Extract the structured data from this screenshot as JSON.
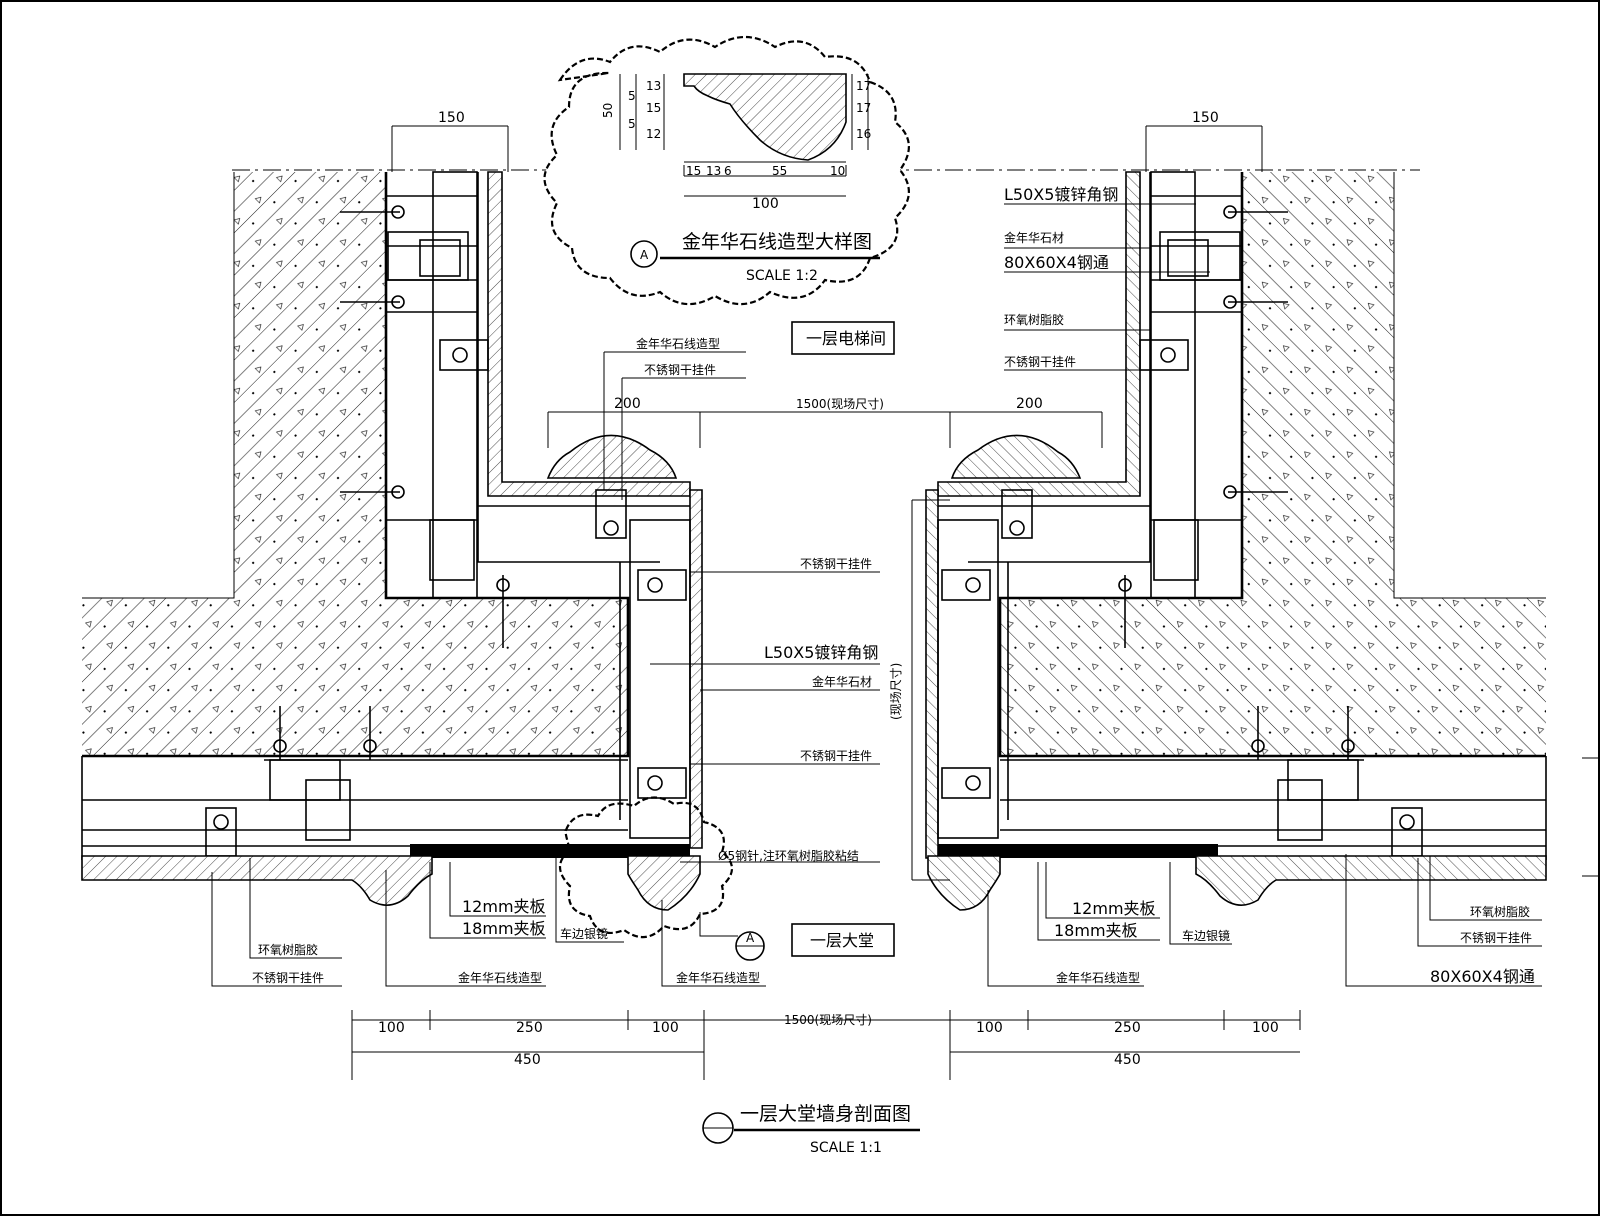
{
  "detail": {
    "title": "金年华石线造型大样图",
    "scale": "SCALE 1:2",
    "bubble": "A",
    "dims_left": [
      "50",
      "5",
      "5"
    ],
    "dims_inner": [
      "13",
      "15",
      "12"
    ],
    "dims_right": [
      "17",
      "17",
      "16"
    ],
    "dims_bottom": [
      "15",
      "13",
      "6",
      "55",
      "10"
    ],
    "dim_total": "100"
  },
  "labels": {
    "stairwell": "一层电梯间",
    "lobby": "一层大堂"
  },
  "dims": {
    "col150": "150",
    "w200": "200",
    "span_top": "1500(现场尺寸)",
    "span_vertical": "(现场尺寸)",
    "span_bottom": "1500(现场尺寸)",
    "d100": "100",
    "d250": "250",
    "d450": "450"
  },
  "callouts": {
    "angle_steel": "L50X5镀锌角钢",
    "marble": "金年华石材",
    "channel": "80X60X4钢通",
    "epoxy": "环氧树脂胶",
    "hanger": "不锈钢干挂件",
    "stone_line": "金年华石线造型",
    "pin": "Ø5钢针,注环氧树脂胶粘结",
    "ply12": "12mm夹板",
    "ply18": "18mm夹板",
    "mirror": "车边银镜"
  },
  "main": {
    "title": "一层大堂墙身剖面图",
    "scale": "SCALE 1:1",
    "bubble": "A"
  }
}
